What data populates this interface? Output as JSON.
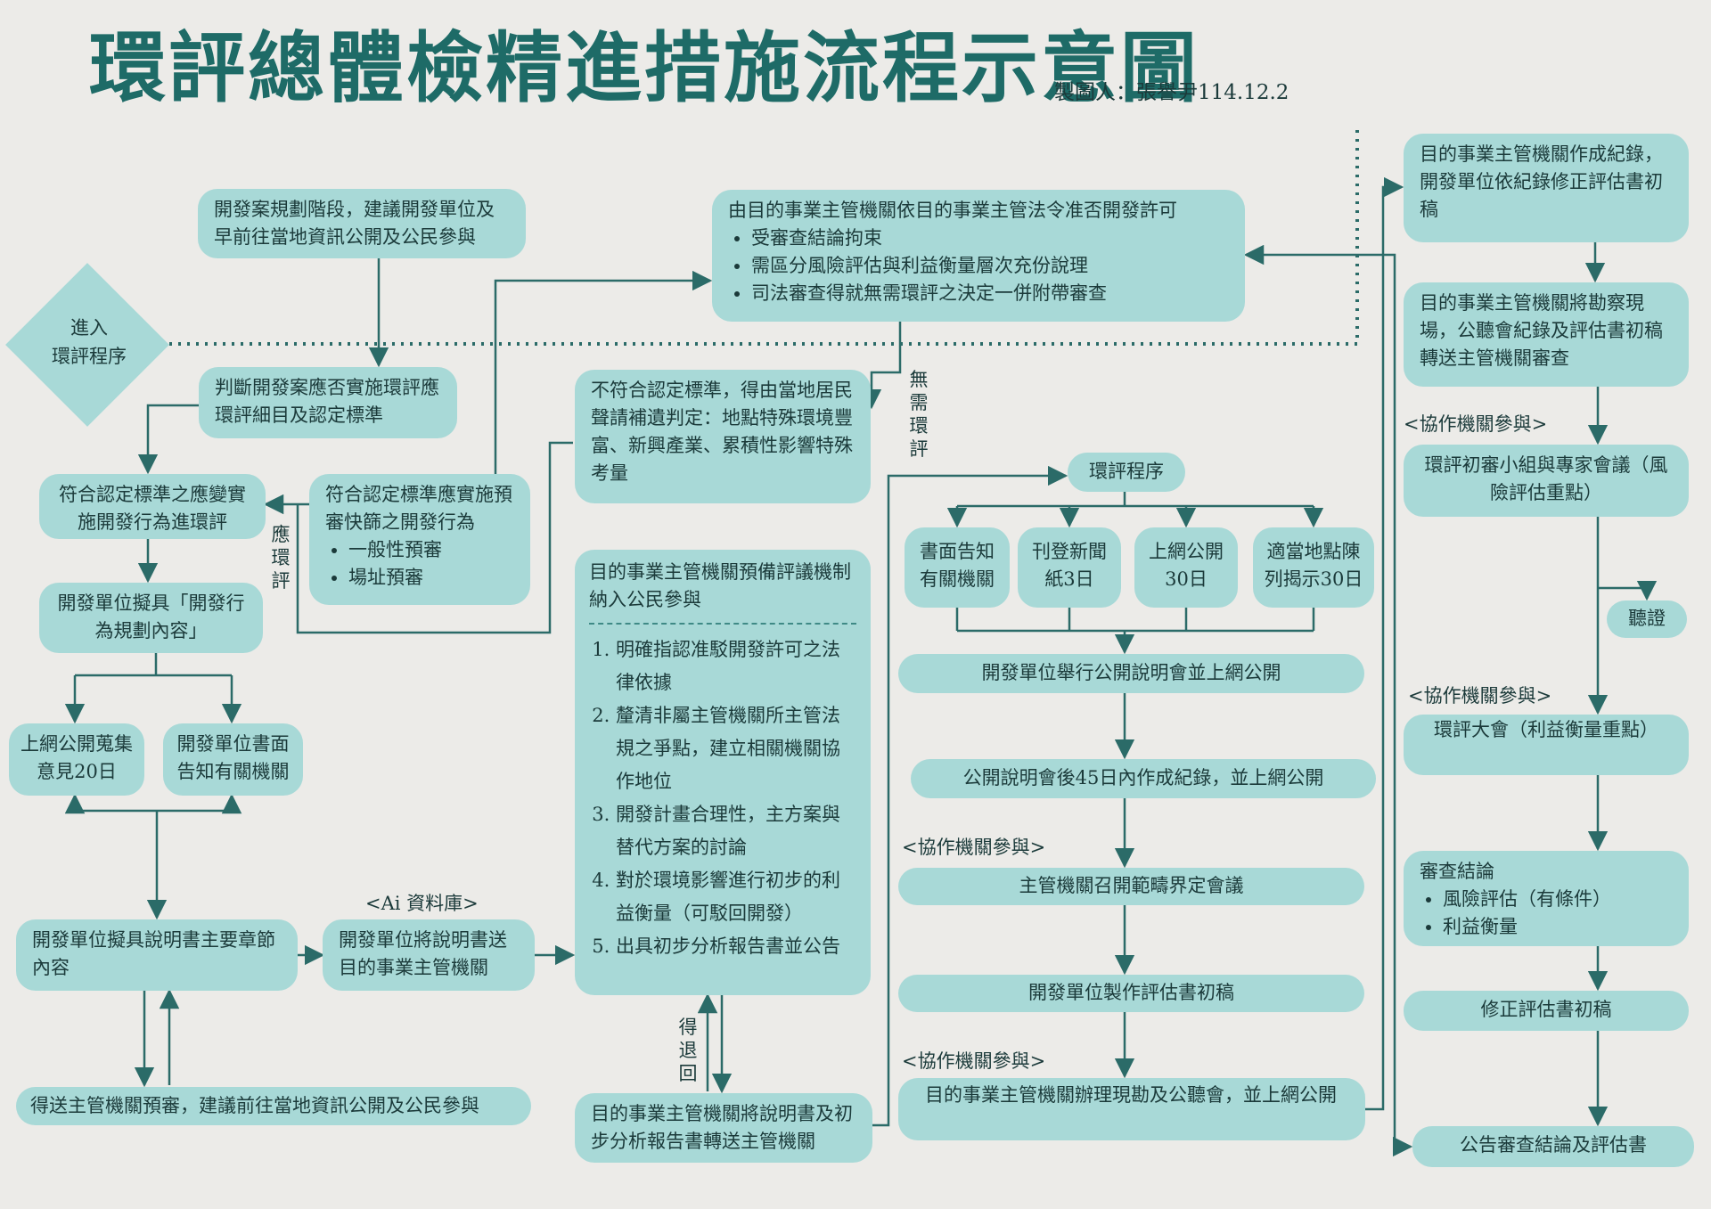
{
  "header": {
    "title": "環評總體檢精進措施流程示意圖",
    "author": "製圖人：張譽尹114.12.2"
  },
  "entry": {
    "line1": "進入",
    "line2": "環評程序"
  },
  "left_column": {
    "planning": "開發案規劃階段，建議開發單位及早前往當地資訊公開及公民參與",
    "judge": "判斷開發案應否實施環評應環評細目及認定標準",
    "meet_criteria": "符合認定標準之應變實施開發行為進環評",
    "prescreen_intro": "符合認定標準應實施預審快篩之開發行為",
    "prescreen_items": [
      "一般性預審",
      "場址預審"
    ],
    "draft_plan": "開發單位擬具「開發行為規劃內容」",
    "online_opinion": "上網公開蒐集意見20日",
    "notify_agencies": "開發單位書面告知有關機關",
    "draft_outline": "開發單位擬具說明書主要章節內容",
    "send_review": "得送主管機關預審，建議前往當地資訊公開及公民參與"
  },
  "middle_column": {
    "permit_title": "由目的事業主管機關依目的事業主管法令准否開發許可",
    "permit_items": [
      "受審查結論拘束",
      "需區分風險評估與利益衡量層次充份說理",
      "司法審查得就無需環評之決定一併附帶審查"
    ],
    "not_meet": "不符合認定標準，得由當地居民聲請補遺判定：地點特殊環境豐富、新興產業、累積性影響特殊考量",
    "ai_label": "<Ai 資料庫>",
    "send_agency": "開發單位將說明書送目的事業主管機關",
    "prep_title": "目的事業主管機關預備評議機制納入公民參與",
    "prep_items": [
      "明確指認准駁開發許可之法律依據",
      "釐清非屬主管機關所主管法規之爭點，建立相關機關協作地位",
      "開發計畫合理性，主方案與替代方案的討論",
      "對於環境影響進行初步的利益衡量（可駁回開發）",
      "出具初步分析報告書並公告"
    ],
    "forward": "目的事業主管機關將說明書及初步分析報告書轉送主管機關"
  },
  "eia_column": {
    "proc_title": "環評程序",
    "notices": [
      "書面告知有關機關",
      "刊登新聞紙3日",
      "上網公開30日",
      "適當地點陳列揭示30日"
    ],
    "public_meeting": "開發單位舉行公開說明會並上網公開",
    "record": "公開說明會後45日內作成紀錄，並上網公開",
    "coop1": "<協作機關參與>",
    "scoping": "主管機關召開範疇界定會議",
    "draft_report": "開發單位製作評估書初稿",
    "coop2": "<協作機關參與>",
    "site_visit": "目的事業主管機關辦理現勘及公聽會，並上網公開"
  },
  "right_column": {
    "minutes": "目的事業主管機關作成紀錄，開發單位依紀錄修正評估書初稿",
    "forward_all": "目的事業主管機關將勘察現場，公聽會紀錄及評估書初稿轉送主管機關審查",
    "coop1": "<協作機關參與>",
    "prelim": "環評初審小組與專家會議（風險評估重點）",
    "hearing": "聽證",
    "coop2": "<協作機關參與>",
    "assembly": "環評大會（利益衡量重點）",
    "conclusion_title": "審查結論",
    "conclusion_items": [
      "風險評估（有條件）",
      "利益衡量"
    ],
    "revise": "修正評估書初稿",
    "announce": "公告審查結論及評估書"
  },
  "edge_labels": {
    "should_eia": "應環評",
    "no_eia": "無需環評",
    "may_return": "得退回"
  },
  "colors": {
    "box": "#a8d9d7",
    "line": "#2b6b68",
    "title": "#1e6b67",
    "background": "#ecebe8"
  }
}
